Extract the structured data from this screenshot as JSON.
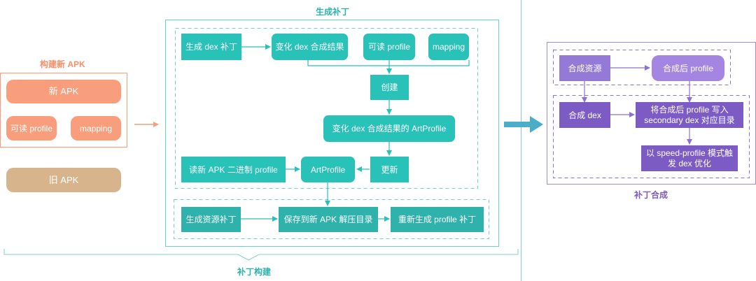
{
  "build_new_apk": {
    "title": "构建新 APK",
    "new_apk": "新 APK",
    "readable_profile": "可读 profile",
    "mapping": "mapping"
  },
  "old_apk": "旧 APK",
  "patch_gen": {
    "title": "生成补丁",
    "gen_dex_patch": "生成 dex 补丁",
    "diff_dex_result": "变化 dex 合成结果",
    "readable_profile": "可读 profile",
    "mapping": "mapping",
    "create": "创建",
    "diff_dex_artprofile": "变化 dex 合成结果的 ArtProfile",
    "read_apk_binary_profile": "读新 APK 二进制 profile",
    "artprofile": "ArtProfile",
    "update": "更新",
    "gen_res_patch": "生成资源补丁",
    "save_to_apk_dir": "保存到新 APK 解压目录",
    "regen_profile_patch": "重新生成 profile 补丁"
  },
  "patch_build_label": "补丁构建",
  "patch_merge": {
    "title": "补丁合成",
    "merge_res": "合成资源",
    "merged_profile": "合成后 profile",
    "merge_dex": "合成 dex",
    "write_profile": "将合成后 profile 写入 secondary dex 对应目录",
    "trigger_opt": "以 speed-profile 模式触发 dex 优化"
  },
  "colors": {
    "teal": "#29c2b8",
    "orange": "#f99e7d",
    "tan": "#d8b48c",
    "purple": "#7c5cc4",
    "lavender": "#a585e2",
    "blue_arrow": "#4aaec9"
  }
}
